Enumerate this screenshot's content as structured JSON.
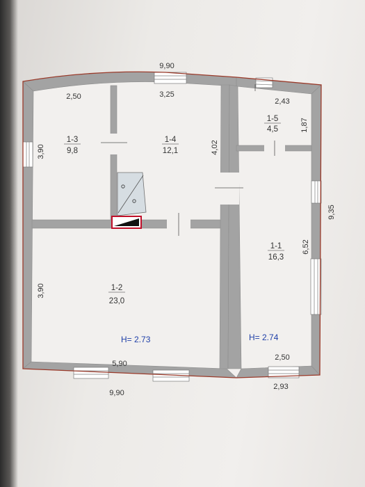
{
  "dimensions": {
    "top_total": "9,90",
    "top_left": "2,50",
    "top_mid": "3,25",
    "left_upper": "3,90",
    "left_lower": "3,90",
    "bottom_total": "9,90",
    "bottom_mid": "5,90",
    "right_outer": "9,35",
    "right_inner": "6,52",
    "right_small": "1,87",
    "mid_wall": "4,02",
    "top_right": "2,43",
    "bottom_right_in": "2,50",
    "bottom_right_out": "2,93"
  },
  "rooms": [
    {
      "id": "1-3",
      "area": "9,8"
    },
    {
      "id": "1-4",
      "area": "12,1"
    },
    {
      "id": "1-5",
      "area": "4,5"
    },
    {
      "id": "1-1",
      "area": "16,3"
    },
    {
      "id": "1-2",
      "area": "23,0"
    }
  ],
  "heights": {
    "left": "H= 2.73",
    "right": "H= 2.74"
  },
  "colors": {
    "wall": "#a3a3a3",
    "outline": "#9a3a2a",
    "floor": "#f2f0ee",
    "height_note": "#1f3fa8"
  }
}
